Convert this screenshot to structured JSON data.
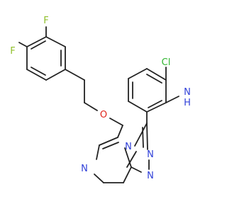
{
  "colors": {
    "bond": "#222222",
    "fluorine": "#8fbf2a",
    "chlorine": "#2fb52f",
    "nitrogen": "#2f3fd8",
    "oxygen": "#e0241b",
    "background": "#ffffff"
  },
  "atoms": {
    "f_top": "F",
    "f_left": "F",
    "cl": "Cl",
    "nh2_n": "N",
    "nh2_h": "H",
    "o": "O",
    "n_bridge": "N",
    "n_pyrazine": "N",
    "n_triazole_1": "N",
    "n_triazole_2": "N"
  }
}
